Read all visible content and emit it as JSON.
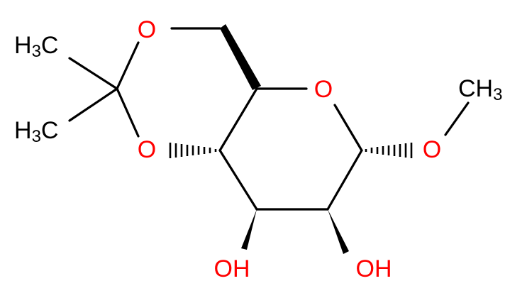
{
  "structure": {
    "colors": {
      "oxygen": "#ff0000",
      "carbon_label": "#000000",
      "bond": "#000000",
      "background": "#ffffff"
    },
    "labels": {
      "ring_oxygen_top_left": "O",
      "ring_oxygen_bottom_left": "O",
      "ring_oxygen_pyranose": "O",
      "methoxy_oxygen": "O",
      "hydroxyl_left": "OH",
      "hydroxyl_right": "OH",
      "methyl_top_left": {
        "main": "H",
        "sub": "3",
        "tail": "C"
      },
      "methyl_bottom_left": {
        "main": "H",
        "sub": "3",
        "tail": "C"
      },
      "methyl_top_right": {
        "main": "CH",
        "sub": "3"
      }
    }
  }
}
